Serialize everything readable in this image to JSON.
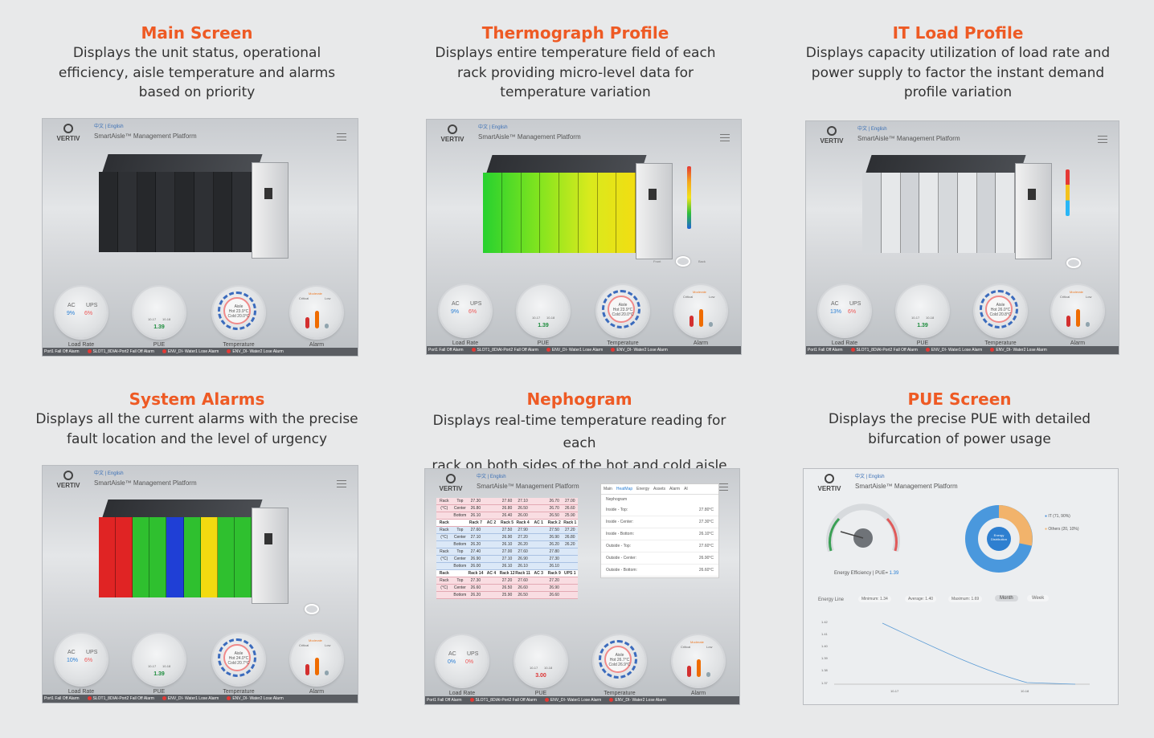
{
  "cards": [
    {
      "title": "Main Screen",
      "desc": [
        "Displays the unit status, operational",
        "efficiency, aisle temperature and alarms",
        "based on priority"
      ]
    },
    {
      "title": "Thermograph Profile",
      "desc": [
        "Displays entire temperature field of each",
        "rack providing micro-level data for",
        "temperature variation"
      ]
    },
    {
      "title": "IT Load Profile",
      "desc": [
        "Displays capacity utilization of load rate and",
        "power supply to factor the instant demand",
        "profile variation"
      ]
    },
    {
      "title": "System Alarms",
      "desc": [
        "Displays all the current alarms with the precise",
        "fault location and the level of urgency"
      ]
    },
    {
      "title": "Nephogram",
      "desc": [
        "Displays real-time temperature reading for each",
        "rack on both sides of the hot and cold aisle"
      ]
    },
    {
      "title": "PUE Screen",
      "desc": [
        "Displays the precise PUE with detailed",
        "bifurcation of power usage"
      ]
    }
  ],
  "app": {
    "brand": "VERTIV",
    "lang": "中文 | English",
    "platform": "SmartAisle™ Management Platform"
  },
  "gauges": {
    "load_rate": "Load Rate",
    "pue": "PUE",
    "temperature": "Temperature",
    "alarm": "Alarm",
    "ac": "AC",
    "ups": "UPS",
    "aisle": "Aisle",
    "moderate": "Moderate",
    "critical": "Critical",
    "low": "Low",
    "x1": "10-17",
    "x2": "10-18"
  },
  "screens": [
    {
      "ac": "9%",
      "ups": "6%",
      "pue": "1.39",
      "hot": "Hot 23.9°C",
      "cold": "Cold 20.0°C"
    },
    {
      "ac": "9%",
      "ups": "6%",
      "pue": "1.39",
      "hot": "Hot 23.9°C",
      "cold": "Cold 20.0°C"
    },
    {
      "ac": "13%",
      "ups": "6%",
      "pue": "1.39",
      "hot": "Hot 26.0°C",
      "cold": "Cold 20.8°C"
    },
    {
      "ac": "10%",
      "ups": "6%",
      "pue": "1.39",
      "hot": "Hot 24.0°C",
      "cold": "Cold 20.7°C"
    },
    {
      "ac": "0%",
      "ups": "0%",
      "pue": "3.00",
      "hot": "Hot 26.7°C",
      "cold": "Cold 26.9°C"
    }
  ],
  "alarms": [
    "Port1 Fall Off Alarm",
    "SLOT1_8DIAI-Port2 Fall Off Alarm",
    "ENV_DI- Water1 Lose Alarm",
    "ENV_DI- Water2 Lose Alarm"
  ],
  "thermo_buttons": {
    "front": "Front",
    "back": "Back"
  },
  "nephogram": {
    "tabs": [
      "Main",
      "HeatMap",
      "Energy",
      "Assets",
      "Alarm",
      "AI"
    ],
    "panel_title": "Nephogram",
    "items": [
      {
        "label": "Inside - Top:",
        "value": "27.80°C"
      },
      {
        "label": "Inside - Center:",
        "value": "27.30°C"
      },
      {
        "label": "Inside - Bottom:",
        "value": "26.10°C"
      },
      {
        "label": "Outside - Top:",
        "value": "27.60°C"
      },
      {
        "label": "Outside - Center:",
        "value": "26.90°C"
      },
      {
        "label": "Outside - Bottom:",
        "value": "26.60°C"
      }
    ],
    "rack_name": "Rack Name",
    "rows": [
      {
        "cls": "red",
        "cells": [
          "Rack Outlet",
          "Top",
          "27.30",
          "",
          "27.60",
          "27.10",
          "",
          "26.70",
          "27.00"
        ]
      },
      {
        "cls": "red",
        "cells": [
          "(°C)",
          "Center",
          "26.80",
          "",
          "26.80",
          "26.50",
          "",
          "26.70",
          "26.60"
        ]
      },
      {
        "cls": "red",
        "cells": [
          "",
          "Bottom",
          "26.10",
          "",
          "26.40",
          "26.00",
          "",
          "26.50",
          "25.90"
        ]
      },
      {
        "cls": "head",
        "cells": [
          "Rack Name",
          "",
          "Rack 7",
          "AC 2",
          "Rack 5",
          "Rack 4",
          "AC 1",
          "Rack 2",
          "Rack 1"
        ]
      },
      {
        "cls": "blue",
        "cells": [
          "Rack Inlet",
          "Top",
          "27.60",
          "",
          "27.50",
          "27.90",
          "",
          "27.50",
          "27.20"
        ]
      },
      {
        "cls": "blue",
        "cells": [
          "(°C)",
          "Center",
          "27.10",
          "",
          "26.90",
          "27.20",
          "",
          "26.90",
          "26.80"
        ]
      },
      {
        "cls": "blue",
        "cells": [
          "",
          "Bottom",
          "26.20",
          "",
          "26.10",
          "26.20",
          "",
          "26.20",
          "26.20"
        ]
      },
      {
        "cls": "blue",
        "cells": [
          "Rack Inlet",
          "Top",
          "27.40",
          "",
          "27.00",
          "27.60",
          "",
          "27.80",
          ""
        ]
      },
      {
        "cls": "blue",
        "cells": [
          "(°C)",
          "Center",
          "26.90",
          "",
          "27.10",
          "26.90",
          "",
          "27.30",
          ""
        ]
      },
      {
        "cls": "blue",
        "cells": [
          "",
          "Bottom",
          "26.00",
          "",
          "26.10",
          "26.10",
          "",
          "26.10",
          ""
        ]
      },
      {
        "cls": "head",
        "cells": [
          "Rack Name",
          "",
          "Rack 14",
          "AC 4",
          "Rack 12",
          "Rack 11",
          "AC 3",
          "Rack 9",
          "UPS 1"
        ]
      },
      {
        "cls": "red",
        "cells": [
          "Rack Outlet",
          "Top",
          "27.30",
          "",
          "27.20",
          "27.60",
          "",
          "27.20",
          ""
        ]
      },
      {
        "cls": "red",
        "cells": [
          "(°C)",
          "Center",
          "26.60",
          "",
          "26.50",
          "26.60",
          "",
          "26.90",
          ""
        ]
      },
      {
        "cls": "red",
        "cells": [
          "",
          "Bottom",
          "26.20",
          "",
          "25.90",
          "26.50",
          "",
          "26.60",
          ""
        ]
      }
    ]
  },
  "pue_screen": {
    "efficiency_label": "Energy Efficiency | PUE=",
    "efficiency_value": "1.39",
    "donut_label": "Energy Distribution",
    "legend": [
      {
        "name": "IT (71, 90%)",
        "color": "#4a90d9"
      },
      {
        "name": "Others (20, 10%)",
        "color": "#f2b36b"
      }
    ],
    "energy_line": "Energy Line",
    "stats": [
      "Minimum: 1.34",
      "Average: 1.40",
      "Maximum: 1.69"
    ],
    "periods": [
      "Month",
      "Week"
    ],
    "y_ticks": [
      "1.42",
      "1.41",
      "1.40",
      "1.39",
      "1.38",
      "1.37"
    ],
    "x_ticks": [
      "10-17",
      "10-18"
    ]
  },
  "colors": {
    "accent": "#ee5a24"
  }
}
